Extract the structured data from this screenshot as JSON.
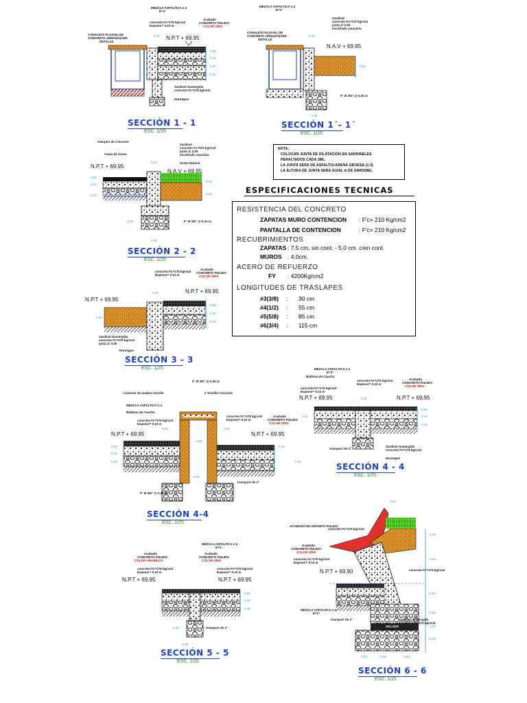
{
  "sections": [
    {
      "id": "s1",
      "title": "SECCIÓN 1 - 1",
      "scale": "ESC. 1/25"
    },
    {
      "id": "s1b",
      "title": "SECCIÓN 1´- 1´",
      "scale": "ESC. 1/25"
    },
    {
      "id": "s2",
      "title": "SECCIÓN 2 - 2",
      "scale": "ESC. 1/25"
    },
    {
      "id": "s3",
      "title": "SECCIÓN 3 - 3",
      "scale": "ESC. 1/25"
    },
    {
      "id": "s4a",
      "title": "SECCIÓN 4 - 4",
      "scale": "ESC. 1/25"
    },
    {
      "id": "s4b",
      "title": "SECCIÓN 4-4",
      "scale": "ESC. 1/25"
    },
    {
      "id": "s5",
      "title": "SECCIÓN 5 - 5",
      "scale": "ESC. 1/25"
    },
    {
      "id": "s6",
      "title": "SECCIÓN 6 - 6",
      "scale": "ESC. 1/25"
    }
  ],
  "levels": {
    "npt_6995": "N.P.T + 69.95",
    "nav_6995": "N.A.V + 69.95",
    "npt_6990": "N.P.T + 69.90"
  },
  "labels": {
    "mezcla": "MEZCLA ASFALTICA 1:4",
    "exp": "E=1\"",
    "acabado": "Acabado",
    "concreto_pulido": "CONCRETO PULIDO",
    "color_gris": "COLOR GRIS",
    "color_amarillo": "COLOR AMARILLO",
    "concreto_fc175": "concreto Fc=175 kg/cm2",
    "espesor": "Espesor= 0.10 m",
    "canaleta_1": "CANALETA PLUVIAL DE",
    "canaleta_2": "CONCRETO ARMADO(VER",
    "canaleta_3": "DETALLE",
    "sardinel": "Sardinel",
    "sardinel_sumergido": "Sardinel Sumergido",
    "hormigon": "Hormigon",
    "junta": "junta @ 3.00",
    "encofrado": "encofrado caravista",
    "adoquin": "Adoquin de Concreto",
    "cama_arena": "Cama de Arena",
    "grass": "Grass Natural",
    "solado": "SOLADO",
    "transport": "transport de 1\"",
    "fierro": "F° Ø 3/8\" @ 0.20 m",
    "listones": "Listones de madera tornillo",
    "baldosa": "Baldosa de Caucho",
    "tornillo": "2 Tornillo Concreto",
    "acabado_pulido": "ACABADO EN GRANITO PULIDO"
  },
  "note": {
    "heading": "NOTA:",
    "line1": "COLOCAR JUNTA DE DILATACION EN SARDINELES",
    "line2": "PERALTADOS CADA 3ML.",
    "line3": "LA JUNTA SERA DE ASFALTO+ARENA GRUESA (1:3)",
    "line4": "LA ALTURA DE JUNTA SERA IGUAL A DE SARDINEL"
  },
  "specs": {
    "title": "ESPECIFICACIONES TECNICAS",
    "resistencia": "RESISTENCIA DEL CONCRETO",
    "zapatas_muro": "ZAPATAS MURO CONTENCION",
    "zapatas_muro_val": ": F'c= 210 Kg/cm2",
    "pantalla": "PANTALLA DE CONTENCION",
    "pantalla_val": ": F'c= 210 Kg/cm2",
    "recubrimientos": "RECUBRIMIENTOS",
    "zapatas": "ZAPATAS",
    "zapatas_val": ": 7.5 cm. sin cont. - 5.0 cm. c/en cont.",
    "muros": "MUROS",
    "muros_val": ": 4.0cm.",
    "acero": "ACERO DE REFUERZO",
    "fy": "FY",
    "fy_val": ": 4200Kg/cm2",
    "longitudes": "LONGITUDES DE TRASLAPES",
    "traslapes": [
      {
        "bar": "#3(3/8)",
        "len": "30 cm"
      },
      {
        "bar": "#4(1/2)",
        "len": "55 cm"
      },
      {
        "bar": "#5(5/8)",
        "len": "85 cm"
      },
      {
        "bar": "#6(3/4)",
        "len": "115 cm"
      }
    ]
  },
  "dims": {
    "d015": "0.15",
    "d010": "0.10",
    "d020": "0.20",
    "d030": "0.30",
    "d005": "0.05",
    "d025": "0.25",
    "d040": "0.40",
    "d045": "0.45",
    "d035": "0.35",
    "d050": "0.50",
    "d080": "0.80"
  }
}
